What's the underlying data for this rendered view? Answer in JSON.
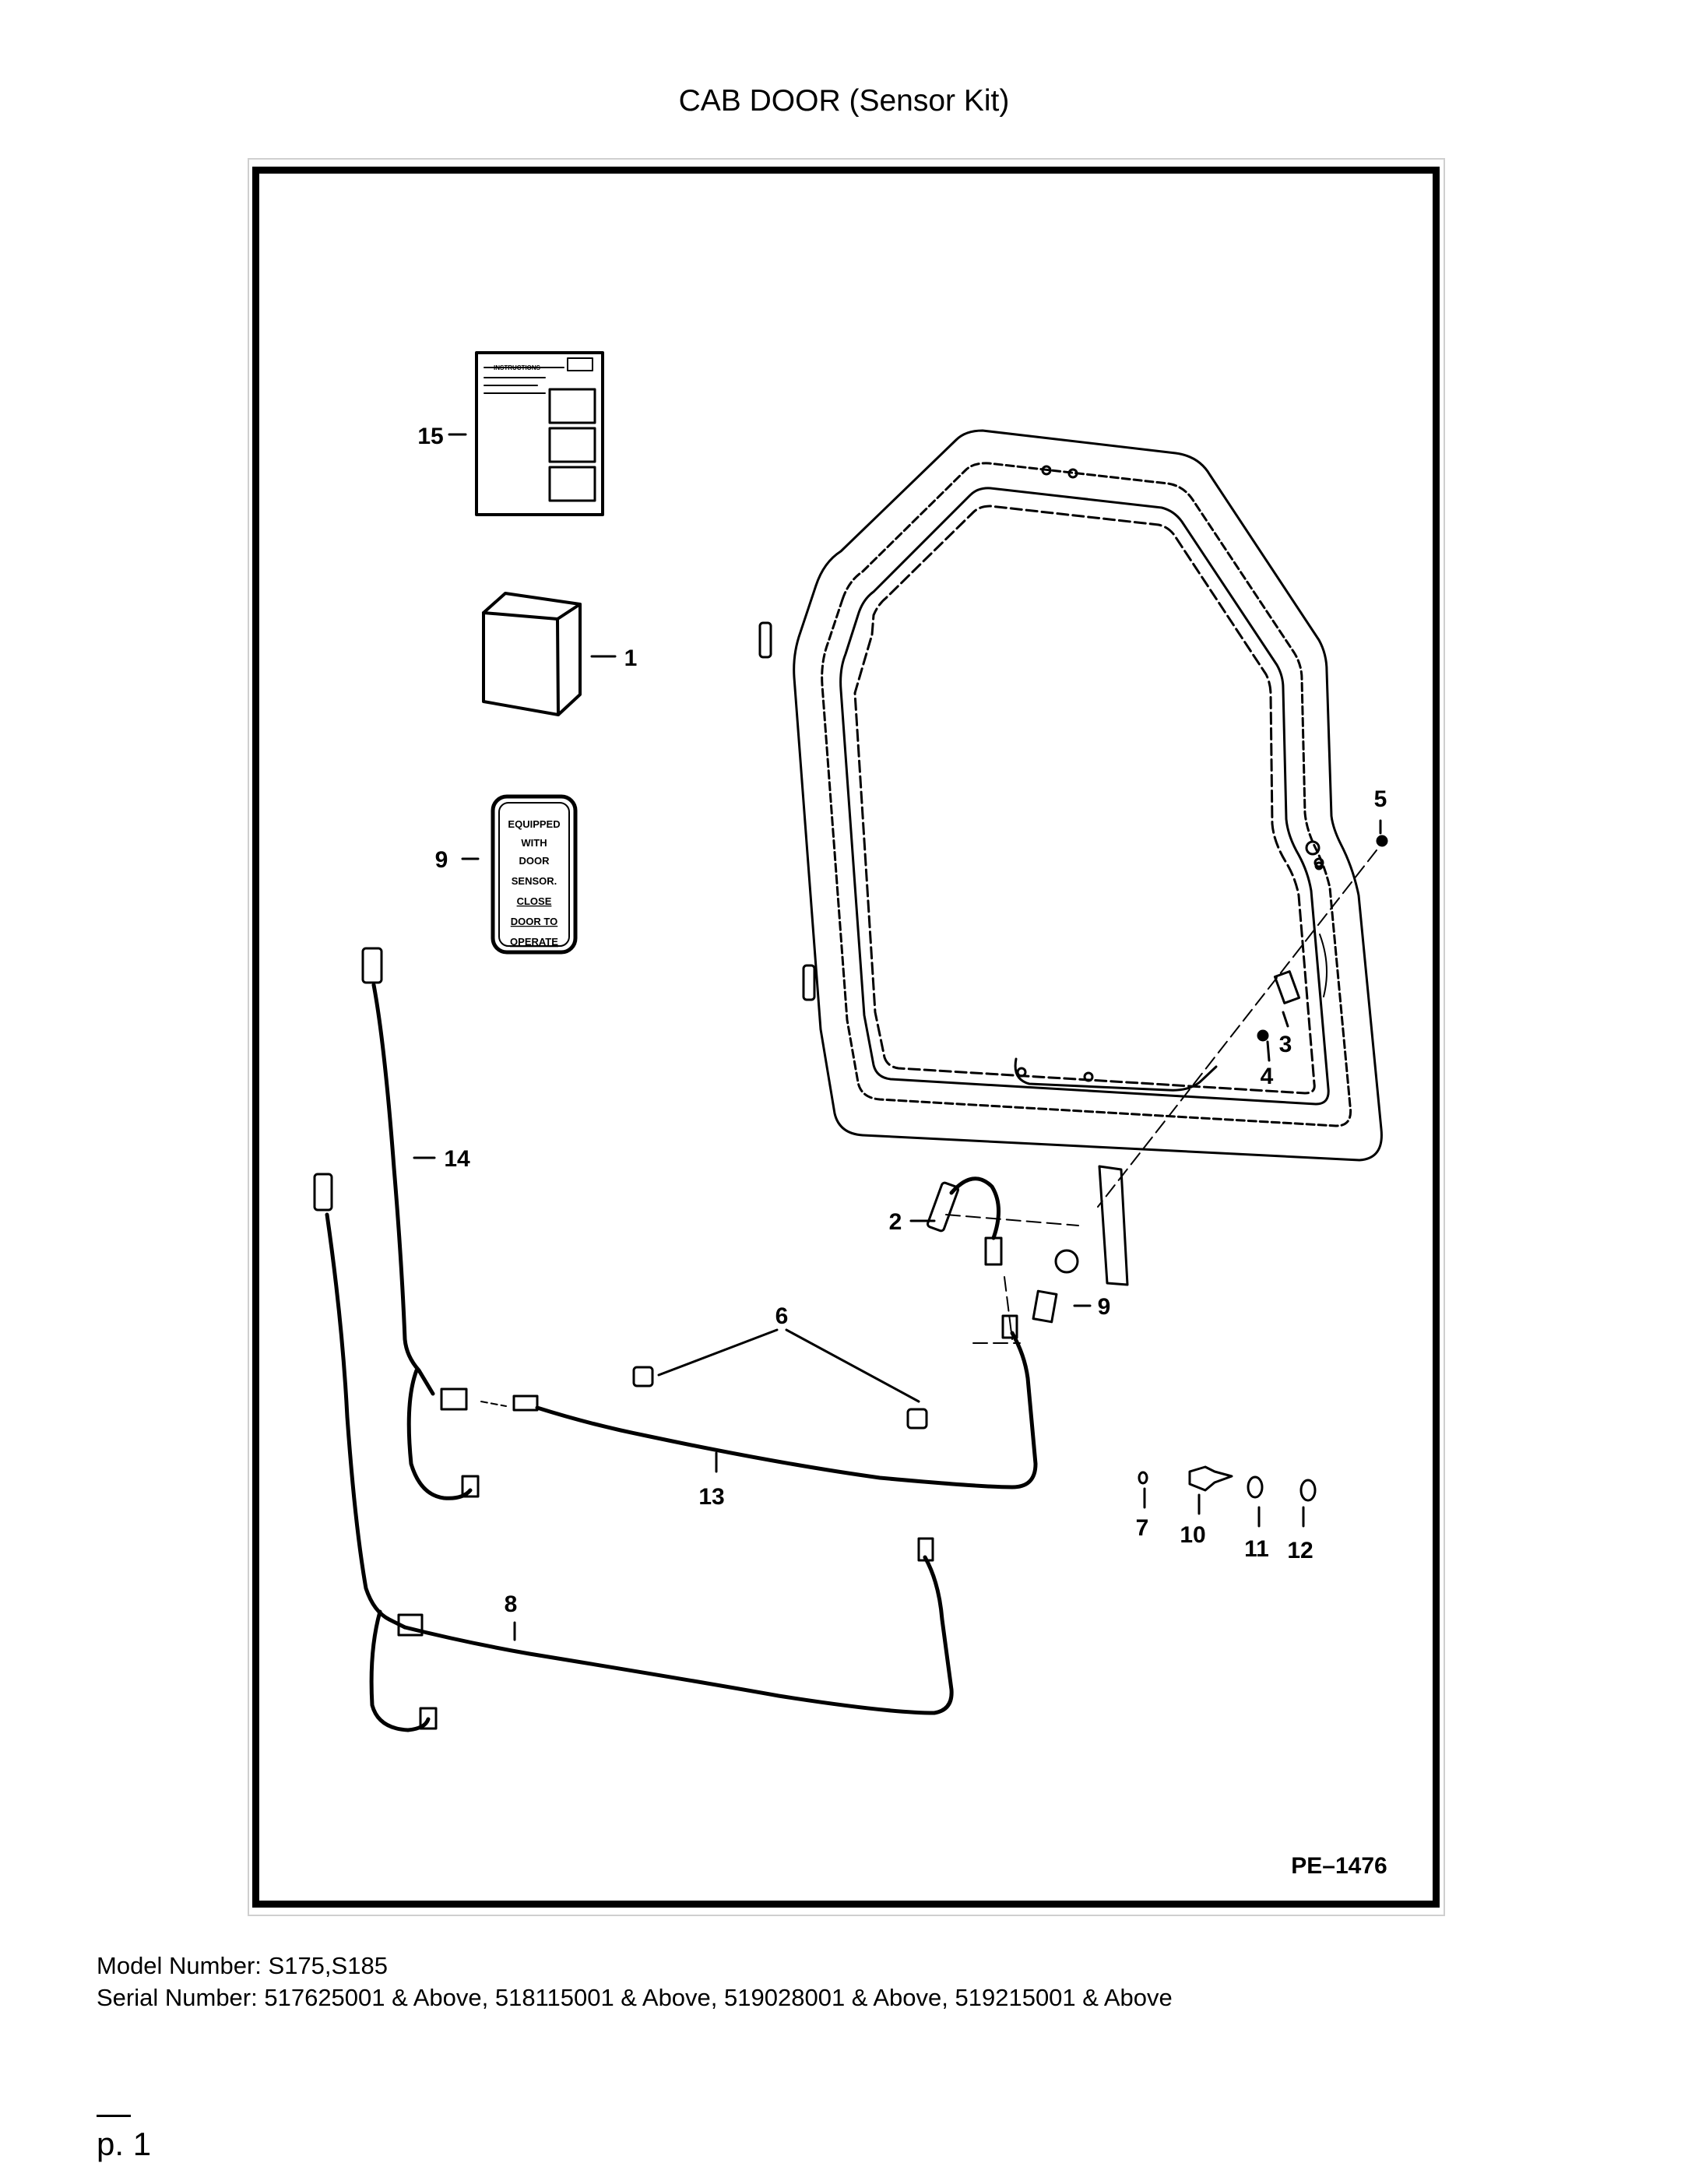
{
  "title": "CAB DOOR (Sensor Kit)",
  "diagram": {
    "figure_code": "PE–1476",
    "callouts": [
      "1",
      "2",
      "3",
      "4",
      "5",
      "6",
      "7",
      "8",
      "9",
      "9",
      "10",
      "11",
      "12",
      "13",
      "14",
      "15"
    ],
    "instructions_sheet_header": "INSTRUCTIONS",
    "decal_lines": [
      "EQUIPPED",
      "WITH",
      "DOOR",
      "SENSOR.",
      "CLOSE",
      "DOOR TO",
      "OPERATE"
    ]
  },
  "footer": {
    "model_label": "Model Number: S175,S185",
    "serial_label": "Serial Number: 517625001 & Above, 518115001 & Above, 519028001 & Above, 519215001 & Above"
  },
  "page": "p. 1"
}
